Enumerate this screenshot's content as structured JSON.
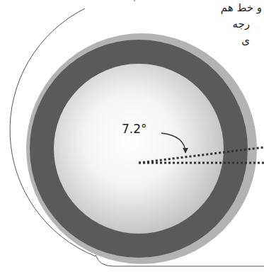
{
  "diagram": {
    "labels": [
      "و خط هم",
      "رجه",
      "ی",
      "7.2°"
    ]
  }
}
